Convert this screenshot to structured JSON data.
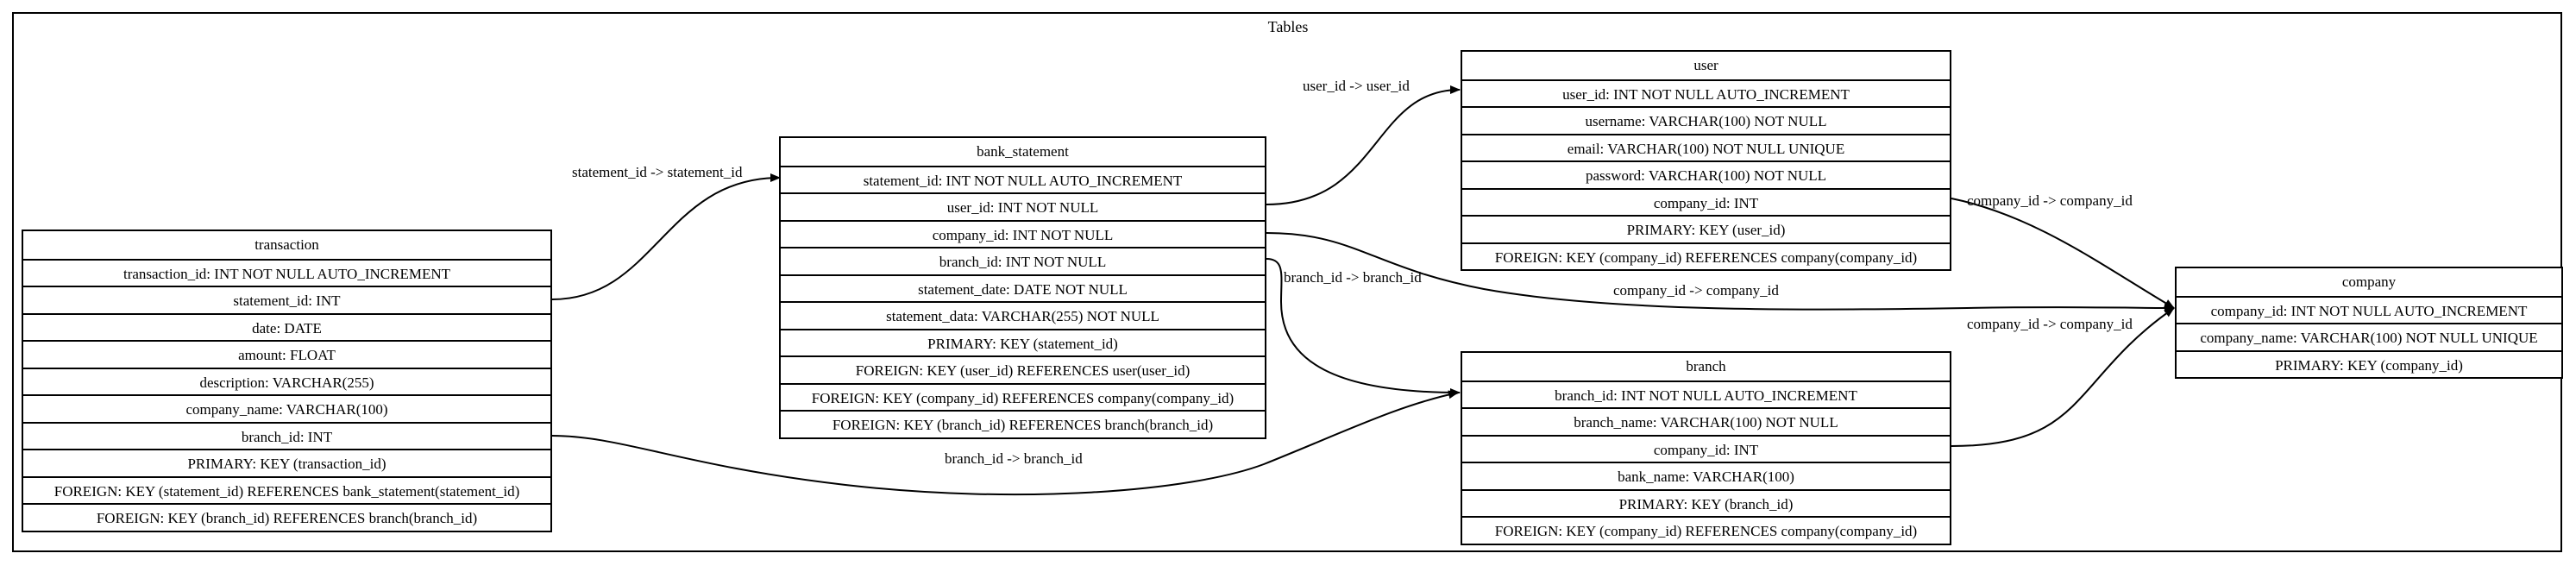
{
  "cluster": {
    "title": "Tables"
  },
  "tables": {
    "transaction": {
      "name": "transaction",
      "rows": [
        "transaction_id: INT NOT NULL AUTO_INCREMENT",
        "statement_id: INT",
        "date: DATE",
        "amount: FLOAT",
        "description: VARCHAR(255)",
        "company_name: VARCHAR(100)",
        "branch_id: INT",
        "PRIMARY: KEY (transaction_id)",
        "FOREIGN: KEY (statement_id) REFERENCES bank_statement(statement_id)",
        "FOREIGN: KEY (branch_id) REFERENCES branch(branch_id)"
      ]
    },
    "bank_statement": {
      "name": "bank_statement",
      "rows": [
        "statement_id: INT NOT NULL AUTO_INCREMENT",
        "user_id: INT NOT NULL",
        "company_id: INT NOT NULL",
        "branch_id: INT NOT NULL",
        "statement_date: DATE NOT NULL",
        "statement_data: VARCHAR(255) NOT NULL",
        "PRIMARY: KEY (statement_id)",
        "FOREIGN: KEY (user_id) REFERENCES user(user_id)",
        "FOREIGN: KEY (company_id) REFERENCES company(company_id)",
        "FOREIGN: KEY (branch_id) REFERENCES branch(branch_id)"
      ]
    },
    "user": {
      "name": "user",
      "rows": [
        "user_id: INT NOT NULL AUTO_INCREMENT",
        "username: VARCHAR(100) NOT NULL",
        "email: VARCHAR(100) NOT NULL UNIQUE",
        "password: VARCHAR(100) NOT NULL",
        "company_id: INT",
        "PRIMARY: KEY (user_id)",
        "FOREIGN: KEY (company_id) REFERENCES company(company_id)"
      ]
    },
    "branch": {
      "name": "branch",
      "rows": [
        "branch_id: INT NOT NULL AUTO_INCREMENT",
        "branch_name: VARCHAR(100) NOT NULL",
        "company_id: INT",
        "bank_name: VARCHAR(100)",
        "PRIMARY: KEY (branch_id)",
        "FOREIGN: KEY (company_id) REFERENCES company(company_id)"
      ]
    },
    "company": {
      "name": "company",
      "rows": [
        "company_id: INT NOT NULL AUTO_INCREMENT",
        "company_name: VARCHAR(100) NOT NULL UNIQUE",
        "PRIMARY: KEY (company_id)"
      ]
    }
  },
  "edges": [
    {
      "label": "statement_id -> statement_id"
    },
    {
      "label": "branch_id -> branch_id"
    },
    {
      "label": "user_id -> user_id"
    },
    {
      "label": "company_id -> company_id"
    },
    {
      "label": "branch_id -> branch_id"
    },
    {
      "label": "company_id -> company_id"
    },
    {
      "label": "company_id -> company_id"
    }
  ]
}
